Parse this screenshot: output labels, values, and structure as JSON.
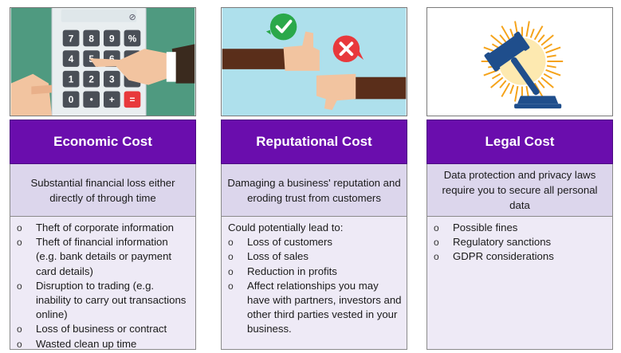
{
  "cards": [
    {
      "title": "Economic Cost",
      "summary": "Substantial financial loss either directly of through time",
      "intro": "",
      "bullets": [
        "Theft of corporate information",
        "Theft of financial information (e.g. bank details or payment card details)",
        "Disruption to trading (e.g. inability to carry out transactions online)",
        "Loss of business or contract",
        "Wasted clean up time"
      ]
    },
    {
      "title": "Reputational Cost",
      "summary": "Damaging a business' reputation and eroding trust from customers",
      "intro": "Could potentially lead to:",
      "bullets": [
        "Loss of customers",
        "Loss of sales",
        "Reduction in profits",
        "Affect relationships you may have with partners, investors and other third parties vested in your business."
      ]
    },
    {
      "title": "Legal Cost",
      "summary": "Data protection and privacy laws require you to secure all personal data",
      "intro": "",
      "bullets": [
        "Possible fines",
        "Regulatory sanctions",
        "GDPR considerations"
      ]
    }
  ],
  "calculator_keys": [
    "7",
    "8",
    "9",
    "%",
    "4",
    "5",
    "6",
    "",
    "1",
    "2",
    "3",
    "",
    "0",
    "•",
    "+",
    "="
  ],
  "colors": {
    "header_bg": "#6a0dad",
    "summary_bg": "#dcd6ec",
    "details_bg": "#eeeaf6",
    "calc_bg": "#4f9a80",
    "thumbs_bg": "#aee0ec",
    "check_green": "#2aa84a",
    "cross_red": "#e8393c",
    "gavel_blue": "#1f4e8c",
    "sun_orange": "#f5a31a"
  }
}
